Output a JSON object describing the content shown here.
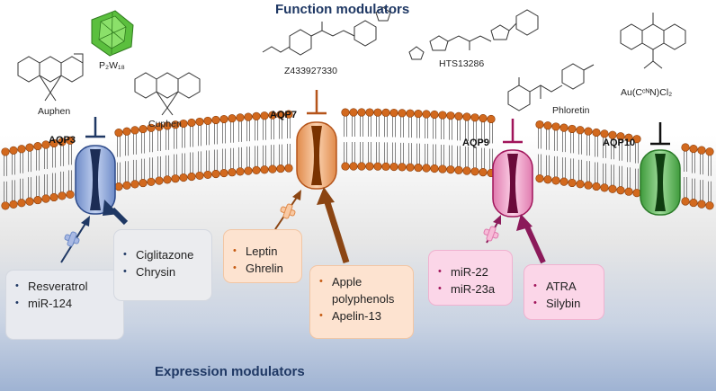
{
  "headings": {
    "function": "Function modulators",
    "expression": "Expression modulators"
  },
  "channels": {
    "aqp3": "AQP3",
    "aqp7": "AQP7",
    "aqp9": "AQP9",
    "aqp10": "AQP10"
  },
  "compounds": {
    "auphen": "Auphen",
    "p2w18": "P₂W₁₈",
    "cuphen": "Cuphen",
    "z433": "Z433927330",
    "hts": "HTS13286",
    "phloretin": "Phloretin",
    "aucn": "Au(CᶜᴺN)Cl₂"
  },
  "boxes": {
    "aqp3_a": {
      "items": [
        "Resveratrol",
        "miR-124"
      ]
    },
    "aqp3_b": {
      "items": [
        "Ciglitazone",
        "Chrysin"
      ]
    },
    "aqp7_a": {
      "items": [
        "Leptin",
        "Ghrelin"
      ]
    },
    "aqp7_b": {
      "items": [
        "Apple polyphenols",
        "Apelin-13"
      ]
    },
    "aqp9_a": {
      "items": [
        "miR-22",
        "miR-23a"
      ]
    },
    "aqp9_b": {
      "items": [
        "ATRA",
        "Silybin"
      ]
    }
  },
  "colors": {
    "aqp3": "#8fa8d8",
    "aqp7": "#f4b183",
    "aqp9": "#f4a6c8",
    "aqp10": "#6fbf6a",
    "lipid_head": "#d2691e",
    "blue_arrow": "#1f3864",
    "orange_arrow": "#8b4513",
    "pink_arrow": "#8b1a5a"
  }
}
